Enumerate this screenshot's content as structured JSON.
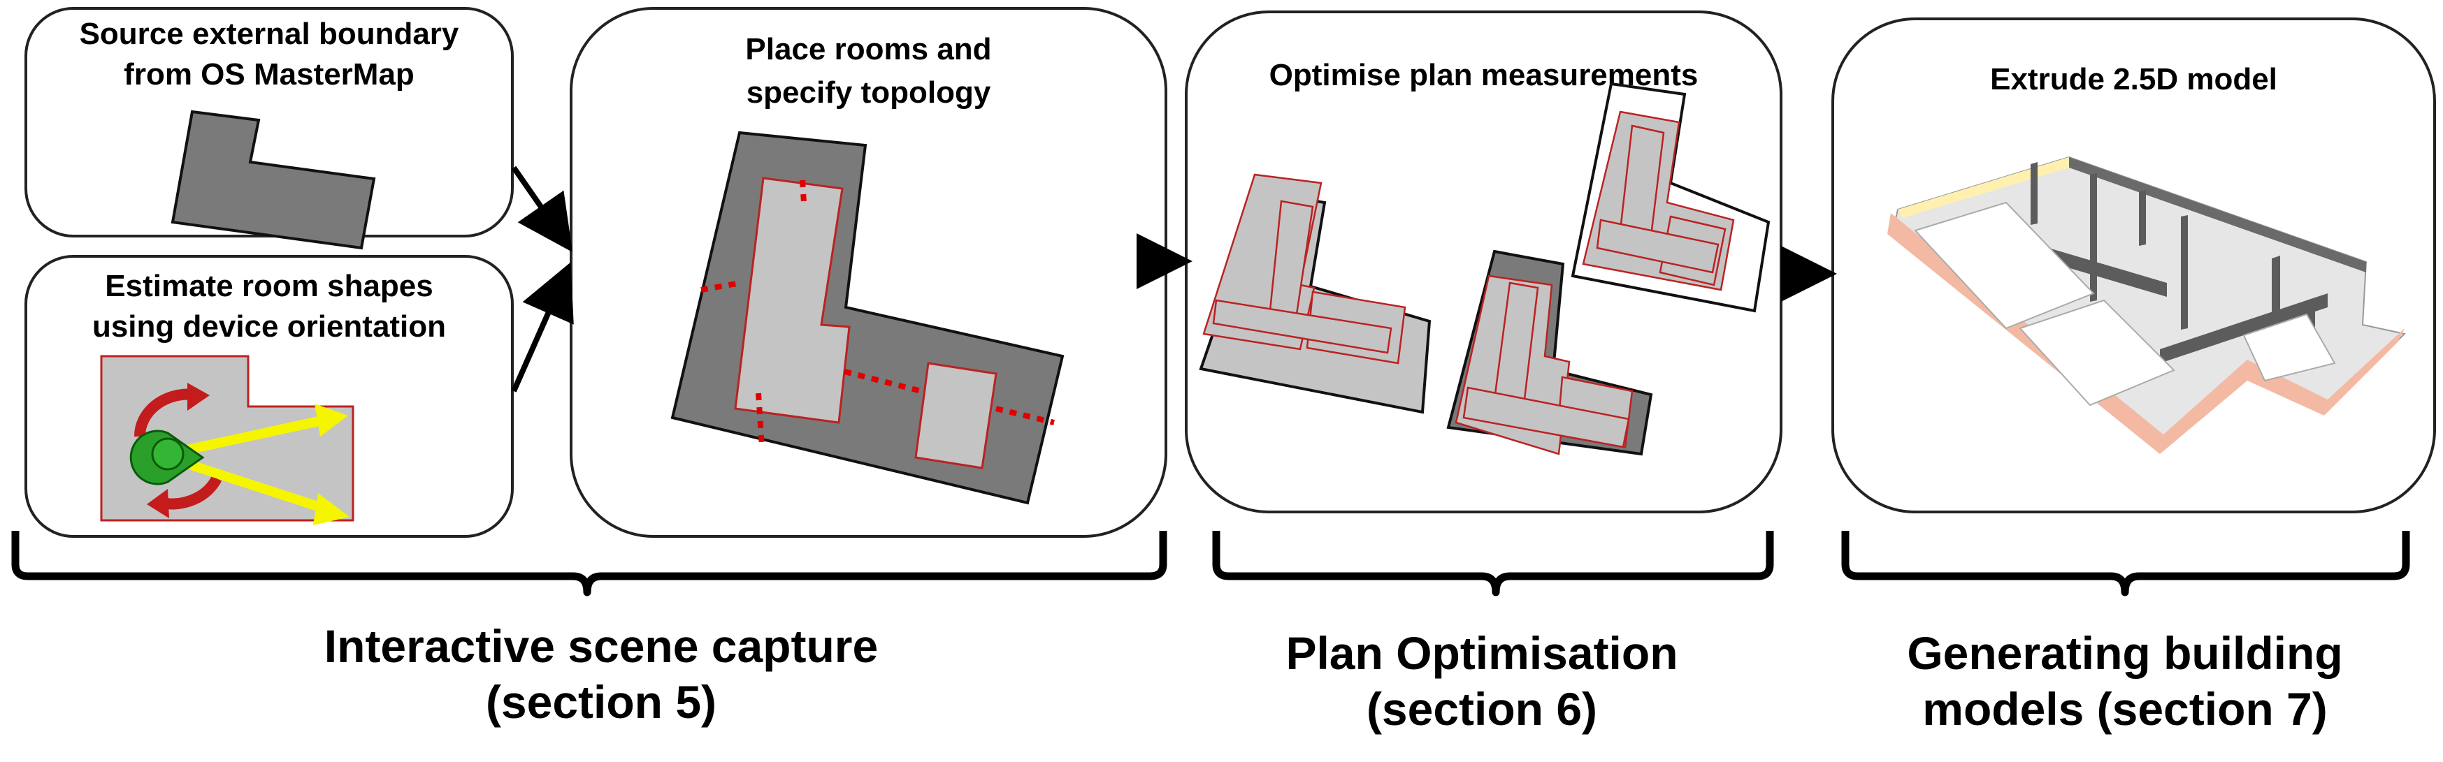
{
  "panels": {
    "source_boundary": {
      "title_line1": "Source external boundary",
      "title_line2": "from OS MasterMap"
    },
    "estimate_rooms": {
      "title_line1": "Estimate room shapes",
      "title_line2": "using device orientation"
    },
    "place_rooms": {
      "title_line1": "Place rooms and",
      "title_line2": "specify topology"
    },
    "optimise": {
      "title": "Optimise plan measurements"
    },
    "extrude": {
      "title": "Extrude 2.5D model"
    }
  },
  "captions": {
    "interactive": {
      "line1": "Interactive scene capture",
      "line2": "(section 5)"
    },
    "optimisation": {
      "line1": "Plan Optimisation",
      "line2": "(section 6)"
    },
    "generating": {
      "line1": "Generating building",
      "line2": "models (section 7)"
    }
  },
  "colors": {
    "dark_grey": "#7a7a7a",
    "light_grey": "#c4c4c4",
    "room_outline": "#c0392b",
    "door_dots": "#e00000",
    "arrow_yellow": "#f5f500",
    "arrow_red": "#c41c1c",
    "device_green": "#2aa02a",
    "wall_pink": "#f3b9a3"
  }
}
